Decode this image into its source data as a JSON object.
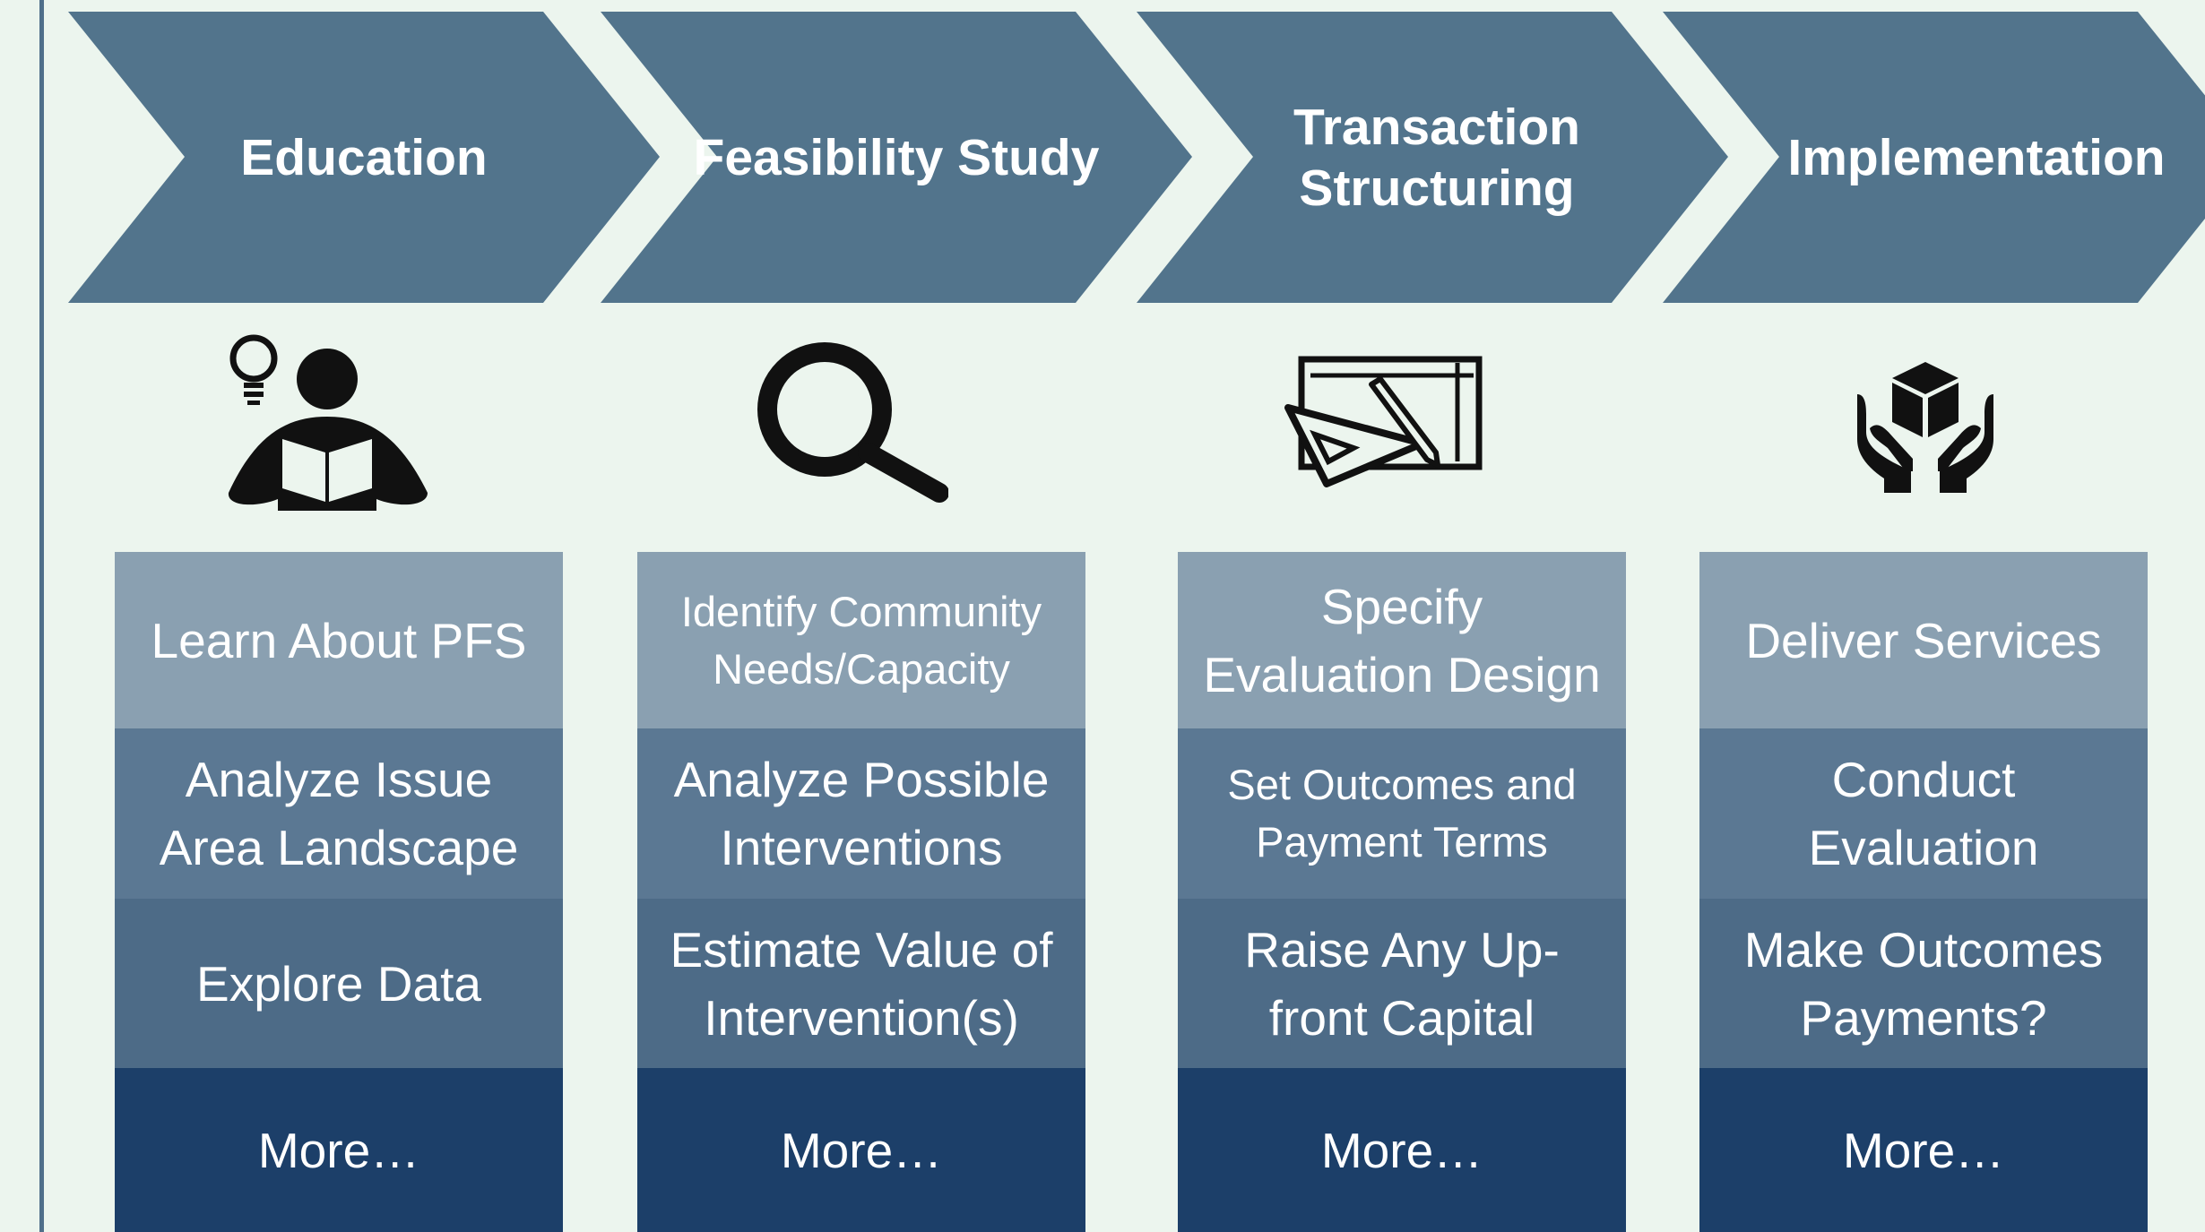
{
  "phases": [
    {
      "title": "Education",
      "icon": "reading-person-lightbulb-icon",
      "steps": [
        "Learn About PFS",
        "Analyze Issue\nArea Landscape",
        "Explore Data",
        "More…"
      ]
    },
    {
      "title": "Feasibility Study",
      "icon": "magnifying-glass-icon",
      "steps": [
        "Identify Community\nNeeds/Capacity",
        "Analyze Possible\nInterventions",
        "Estimate Value of\nIntervention(s)",
        "More…"
      ]
    },
    {
      "title": "Transaction\nStructuring",
      "icon": "blueprint-drafting-icon",
      "steps": [
        "Specify\nEvaluation Design",
        "Set Outcomes and\nPayment Terms",
        "Raise Any Up-\nfront Capital",
        "More…"
      ]
    },
    {
      "title": "Implementation",
      "icon": "hands-holding-box-icon",
      "steps": [
        "Deliver Services",
        "Conduct\nEvaluation",
        "Make Outcomes\nPayments?",
        "More…"
      ]
    }
  ],
  "colors": {
    "background": "#ecf5ee",
    "chevron": "#52748c",
    "row1": "#8aa0b1",
    "row2": "#5b7893",
    "row3": "#4d6b87",
    "row4": "#1c3f69"
  }
}
